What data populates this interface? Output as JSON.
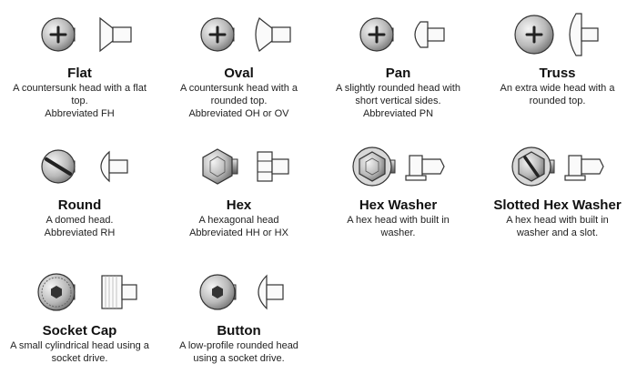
{
  "screws": [
    {
      "key": "flat",
      "name": "Flat",
      "lines": [
        "A countersunk head with a flat",
        "top.",
        "Abbreviated FH"
      ],
      "front_icon": "phillips-head-icon",
      "side_icon": "flat-countersunk-profile-icon"
    },
    {
      "key": "oval",
      "name": "Oval",
      "lines": [
        "A countersunk head with a",
        "rounded top.",
        "Abbreviated OH or OV"
      ],
      "front_icon": "phillips-head-icon",
      "side_icon": "oval-countersunk-profile-icon"
    },
    {
      "key": "pan",
      "name": "Pan",
      "lines": [
        "A slightly rounded head with",
        "short vertical sides.",
        "Abbreviated PN"
      ],
      "front_icon": "phillips-head-icon",
      "side_icon": "pan-head-profile-icon"
    },
    {
      "key": "truss",
      "name": "Truss",
      "lines": [
        "An extra wide head with a",
        "rounded top."
      ],
      "front_icon": "phillips-head-icon",
      "side_icon": "truss-head-profile-icon"
    },
    {
      "key": "round",
      "name": "Round",
      "lines": [
        "A domed head.",
        "Abbreviated RH"
      ],
      "front_icon": "slotted-head-icon",
      "side_icon": "round-head-profile-icon"
    },
    {
      "key": "hex",
      "name": "Hex",
      "lines": [
        "A hexagonal head",
        "Abbreviated HH or HX"
      ],
      "front_icon": "hex-head-icon",
      "side_icon": "hex-head-profile-icon"
    },
    {
      "key": "hexwasher",
      "name": "Hex Washer",
      "lines": [
        "A hex head with built in",
        "washer."
      ],
      "front_icon": "hex-washer-head-icon",
      "side_icon": "hex-washer-profile-icon"
    },
    {
      "key": "slottedhexwasher",
      "name": "Slotted Hex Washer",
      "lines": [
        "A hex head with built in",
        "washer and a slot."
      ],
      "front_icon": "slotted-hex-washer-head-icon",
      "side_icon": "slotted-hex-washer-profile-icon"
    },
    {
      "key": "socketcap",
      "name": "Socket Cap",
      "lines": [
        "A small cylindrical head using a",
        "socket drive."
      ],
      "front_icon": "socket-cap-head-icon",
      "side_icon": "socket-cap-profile-icon"
    },
    {
      "key": "button",
      "name": "Button",
      "lines": [
        "A low-profile rounded head",
        "using a socket drive."
      ],
      "front_icon": "button-head-icon",
      "side_icon": "button-head-profile-icon"
    }
  ]
}
